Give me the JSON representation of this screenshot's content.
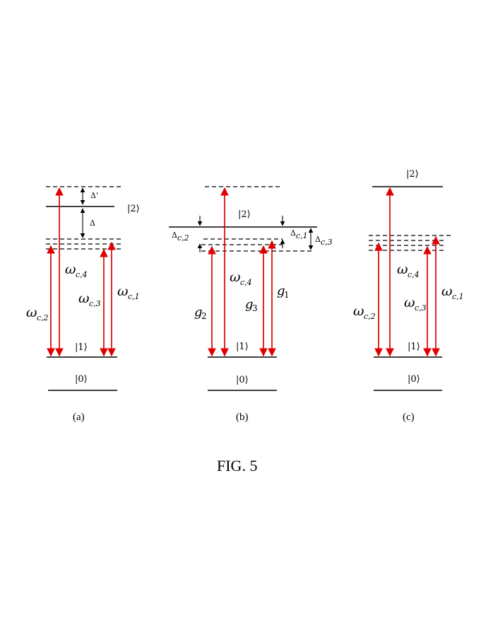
{
  "figure_caption": "FIG. 5",
  "panels": {
    "a": {
      "label": "(a)",
      "levels": {
        "ket0": "|0⟩",
        "ket1": "|1⟩",
        "ket2": "|2⟩"
      },
      "detunings": {
        "delta_prime": "Δ'",
        "delta": "Δ"
      },
      "transitions": {
        "w_c2": {
          "symbol": "ω",
          "sub": "c,2"
        },
        "w_c4": {
          "symbol": "ω",
          "sub": "c,4"
        },
        "w_c3": {
          "symbol": "ω",
          "sub": "c,3"
        },
        "w_c1": {
          "symbol": "ω",
          "sub": "c,1"
        }
      }
    },
    "b": {
      "label": "(b)",
      "levels": {
        "ket0": "|0⟩",
        "ket1": "|1⟩",
        "ket2": "|2⟩"
      },
      "detunings": {
        "dc2": {
          "symbol": "Δ",
          "sub": "c,2"
        },
        "dc1": {
          "symbol": "Δ",
          "sub": "c,1"
        },
        "dc3": {
          "symbol": "Δ",
          "sub": "c,3"
        }
      },
      "transitions": {
        "w_c4": {
          "symbol": "ω",
          "sub": "c,4"
        },
        "g2": {
          "symbol": "g",
          "sub": "2"
        },
        "g3": {
          "symbol": "g",
          "sub": "3"
        },
        "g1": {
          "symbol": "g",
          "sub": "1"
        }
      }
    },
    "c": {
      "label": "(c)",
      "levels": {
        "ket0": "|0⟩",
        "ket1": "|1⟩",
        "ket2": "|2⟩"
      },
      "transitions": {
        "w_c2": {
          "symbol": "ω",
          "sub": "c,2"
        },
        "w_c4": {
          "symbol": "ω",
          "sub": "c,4"
        },
        "w_c3": {
          "symbol": "ω",
          "sub": "c,3"
        },
        "w_c1": {
          "symbol": "ω",
          "sub": "c,1"
        }
      }
    }
  },
  "colors": {
    "transition_arrow": "#e00000",
    "level_line": "#000000"
  }
}
